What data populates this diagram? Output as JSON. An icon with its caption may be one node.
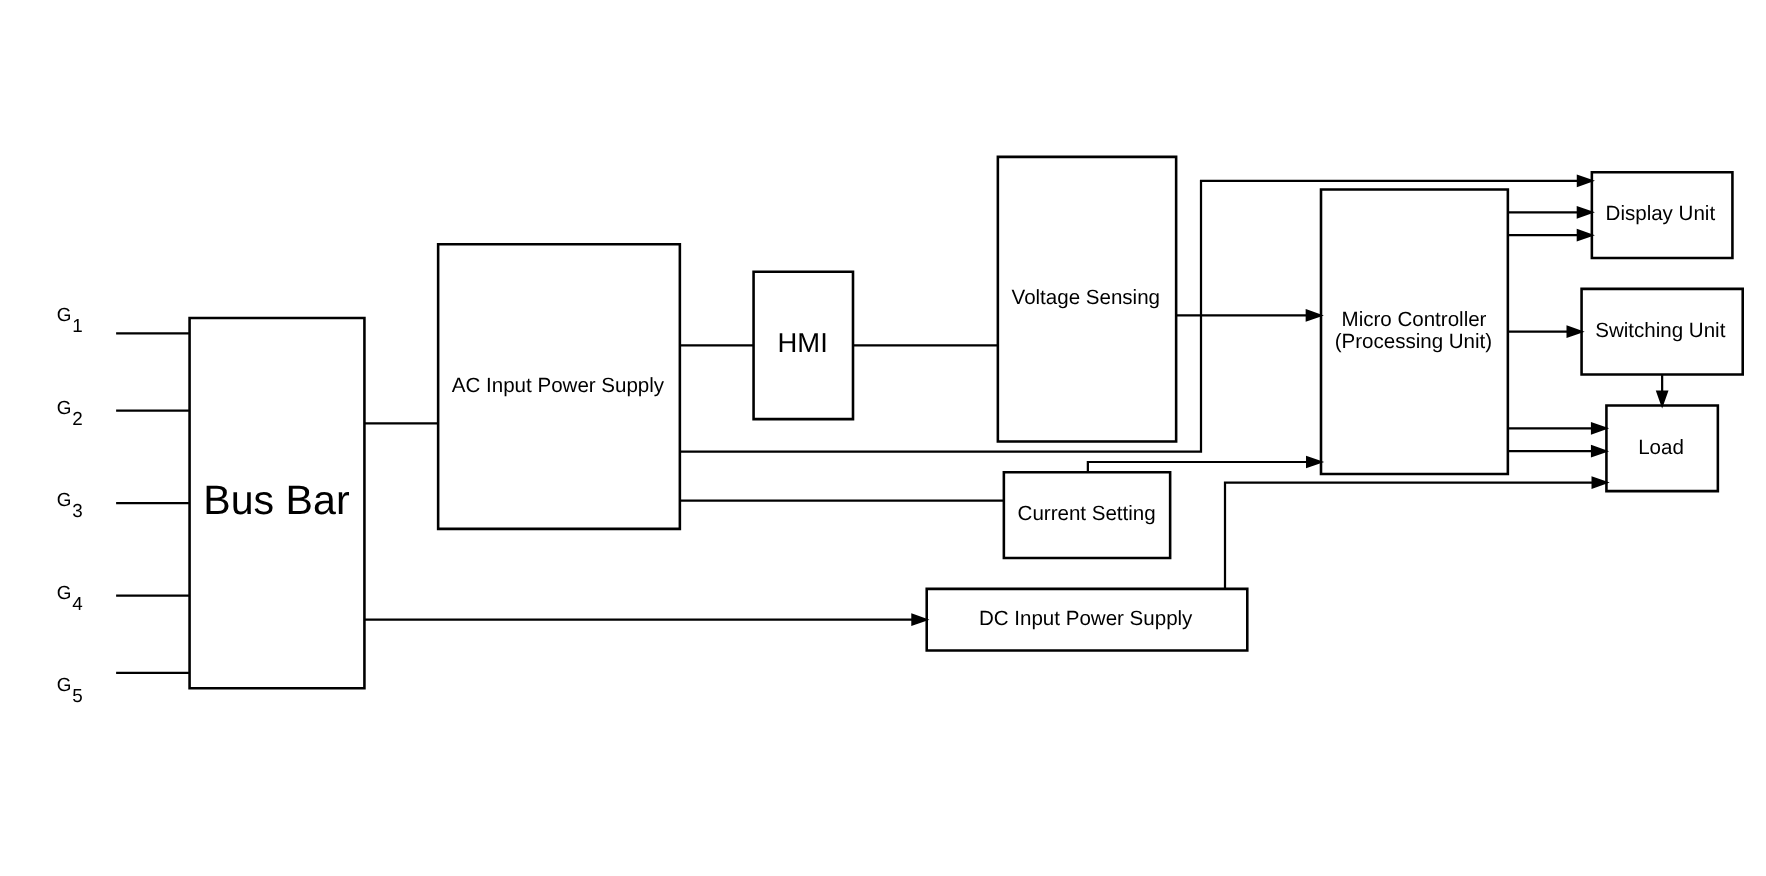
{
  "diagram": {
    "nodes": [
      {
        "text": [
          "G$_{1}$"
        ]
      },
      {
        "text": [
          "G$_{2}$"
        ]
      },
      {
        "text": [
          "G$_{3}$"
        ]
      },
      {
        "text": [
          "G$_{4}$"
        ]
      },
      {
        "text": [
          "G$_{5}$"
        ]
      },
      {
        "text": [
          "Bus Bar"
        ]
      },
      {
        "text": [
          "AC Input Power Supply"
        ]
      },
      {
        "text": [
          "HMI"
        ]
      },
      {
        "text": [
          "Voltage Sensing"
        ]
      },
      {
        "text": [
          "Current Setting"
        ]
      },
      {
        "text": [
          "Micro Controller",
          "(Processing Unit)"
        ]
      },
      {
        "text": [
          "Display Unit"
        ]
      },
      {
        "text": [
          "Switching Unit"
        ]
      },
      {
        "text": [
          "Load"
        ]
      },
      {
        "text": [
          "DC Input Power Supply"
        ]
      }
    ],
    "edges": [
      {
        "from": 0,
        "to": 5,
        "arrow": "none"
      },
      {
        "from": 1,
        "to": 5,
        "arrow": "none"
      },
      {
        "from": 2,
        "to": 5,
        "arrow": "none"
      },
      {
        "from": 3,
        "to": 5,
        "arrow": "none"
      },
      {
        "from": 4,
        "to": 5,
        "arrow": "none"
      },
      {
        "from": 5,
        "to": 6,
        "arrow": "none"
      },
      {
        "from": 6,
        "to": 7,
        "arrow": "none"
      },
      {
        "from": 7,
        "to": 8,
        "arrow": "none"
      },
      {
        "from": 8,
        "to": 10,
        "arrow": "to"
      },
      {
        "from": 6,
        "to": 9,
        "arrow": "none"
      },
      {
        "from": 9,
        "to": 10,
        "arrow": "to"
      },
      {
        "from": 6,
        "to": 11,
        "arrow": "to"
      },
      {
        "from": 10,
        "to": 11,
        "arrow": "to"
      },
      {
        "from": 10,
        "to": 11,
        "arrow": "to"
      },
      {
        "from": 10,
        "to": 12,
        "arrow": "to"
      },
      {
        "from": 10,
        "to": 13,
        "arrow": "to"
      },
      {
        "from": 12,
        "to": 13,
        "arrow": "to"
      },
      {
        "from": 5,
        "to": 14,
        "arrow": "to"
      },
      {
        "from": 10,
        "to": 13,
        "arrow": "to"
      },
      {
        "from": 14,
        "to": 13,
        "arrow": "to"
      }
    ]
  }
}
